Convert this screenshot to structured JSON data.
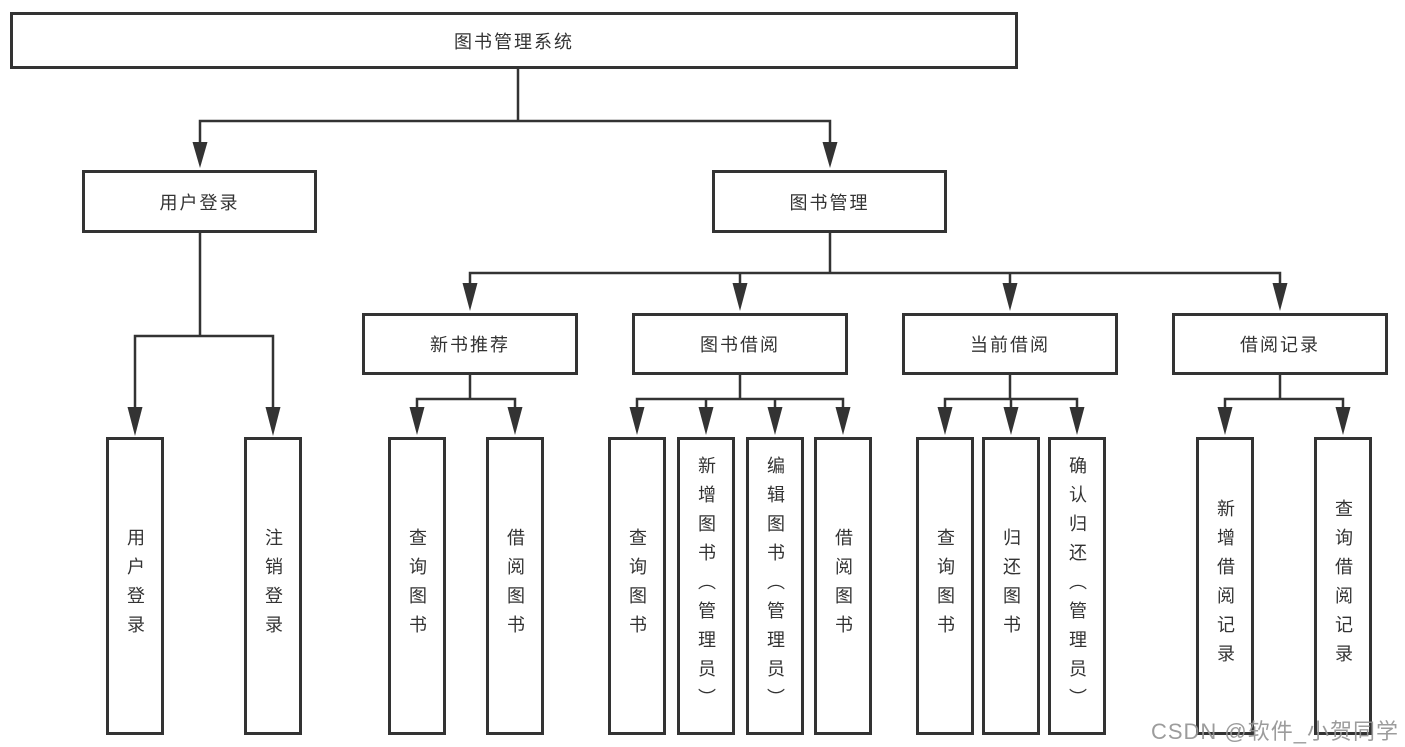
{
  "diagram": {
    "root": {
      "label": "图书管理系统"
    },
    "branches": [
      {
        "label": "用户登录",
        "children": [
          {
            "label": "用户登录"
          },
          {
            "label": "注销登录"
          }
        ]
      },
      {
        "label": "图书管理",
        "children": [
          {
            "label": "新书推荐",
            "children": [
              {
                "label": "查询图书"
              },
              {
                "label": "借阅图书"
              }
            ]
          },
          {
            "label": "图书借阅",
            "children": [
              {
                "label": "查询图书"
              },
              {
                "label": "新增图书（管理员）"
              },
              {
                "label": "编辑图书（管理员）"
              },
              {
                "label": "借阅图书"
              }
            ]
          },
          {
            "label": "当前借阅",
            "children": [
              {
                "label": "查询图书"
              },
              {
                "label": "归还图书"
              },
              {
                "label": "确认归还（管理员）"
              }
            ]
          },
          {
            "label": "借阅记录",
            "children": [
              {
                "label": "新增借阅记录"
              },
              {
                "label": "查询借阅记录"
              }
            ]
          }
        ]
      }
    ]
  },
  "watermark": {
    "text": "CSDN @软件_小贺同学"
  },
  "colors": {
    "line": "#333333",
    "text": "#333333",
    "box_background": "#ffffff",
    "page_background": "#ffffff",
    "watermark": "#949494"
  }
}
